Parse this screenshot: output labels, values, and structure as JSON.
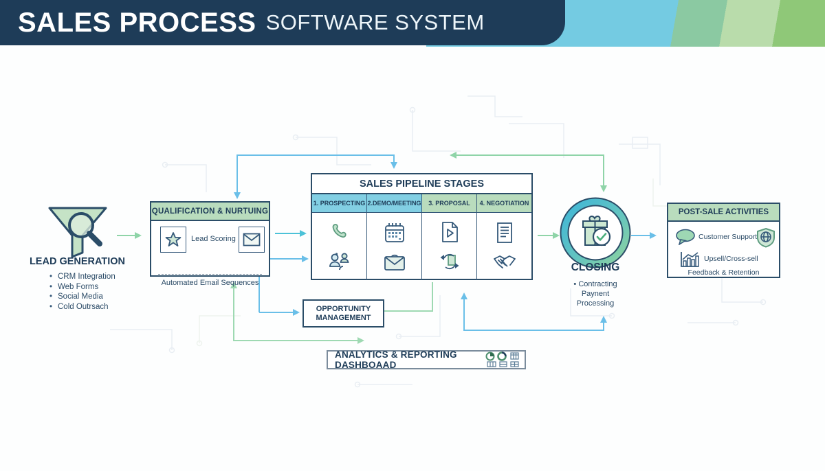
{
  "header": {
    "title_bold": "SALES PROCESS",
    "title_light": "SOFTWARE SYSTEM"
  },
  "lead_generation": {
    "title": "LEAD GENERATION",
    "icon": "funnel-magnifier-icon",
    "items": [
      "CRM Integration",
      "Web Forms",
      "Social Media",
      "Cold Outrsach"
    ]
  },
  "qualification": {
    "title": "QUALIFICATION & NURTUING",
    "lead_scoring_label": "Lead Scoring",
    "icons": [
      "star-icon",
      "envelope-icon"
    ],
    "footer": "Automated Email Sequences"
  },
  "pipeline": {
    "title": "SALES PIPELINE STAGES",
    "stages": [
      {
        "label": "1. PROSPECTING",
        "color": "blue",
        "icons": [
          "phone-icon",
          "people-icon"
        ]
      },
      {
        "label": "2.DEMO/MEETING",
        "color": "blue",
        "icons": [
          "calendar-icon",
          "envelope-icon"
        ]
      },
      {
        "label": "3. PROPOSAL",
        "color": "green",
        "icons": [
          "document-play-icon",
          "sync-document-icon"
        ]
      },
      {
        "label": "4. NEGOTIATION",
        "color": "green",
        "icons": [
          "document-lines-icon",
          "handshake-icon"
        ]
      }
    ]
  },
  "opportunity": {
    "line1": "OPPORTUNITY",
    "line2": "MANAGEMENT"
  },
  "closing": {
    "title": "CLOSING",
    "icon": "gift-check-icon",
    "items": [
      "Contracting",
      "Paynent",
      "Processing"
    ]
  },
  "post_sale": {
    "title": "POST-SALE ACTIVITIES",
    "rows": [
      {
        "label": "Customer Support",
        "icons": [
          "speech-bubble-icon",
          "shield-icon"
        ]
      },
      {
        "label": "Upsell/Cross-sell",
        "icons": [
          "bar-chart-icon"
        ]
      },
      {
        "label": "Feedback & Retention",
        "icons": []
      }
    ]
  },
  "analytics": {
    "title": "ANALYTICS & REPORTING DASHBOAAD",
    "icons": [
      "pie-chart-icon",
      "donut-chart-icon",
      "mini-grid-icon"
    ]
  },
  "colors": {
    "navy": "#1e3c58",
    "box_border": "#2b4d68",
    "green_header": "#b9dcbd",
    "blue_header": "#82cfe3",
    "band_blue": "#74cbe2",
    "band_greens": [
      "#8bc9a2",
      "#b9dcab",
      "#8fc878"
    ],
    "arrow_green": "#8fd4a8",
    "arrow_teal": "#4cc2d8",
    "arrow_blue": "#6abfe8"
  }
}
